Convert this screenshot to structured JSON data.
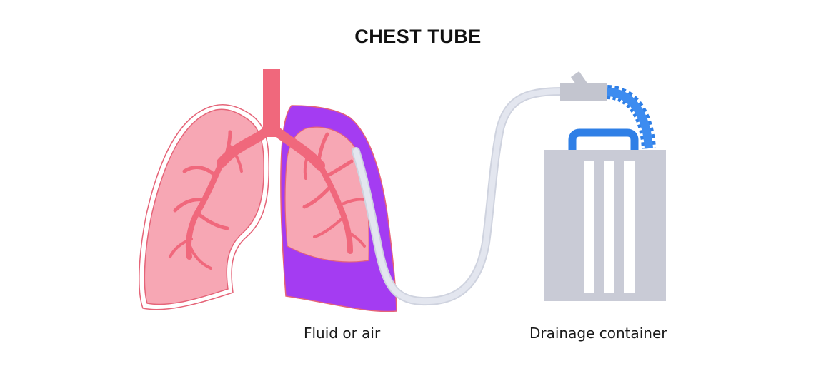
{
  "title": "CHEST TUBE",
  "labels": {
    "fluid": "Fluid or air",
    "container": "Drainage container"
  },
  "colors": {
    "lung_fill": "#f7a7b4",
    "lung_outline": "#e56478",
    "airway": "#f0687c",
    "fluid_fill": "#a43cf2",
    "tube": "#e3e6ef",
    "tube_edge": "#cfd3df",
    "container": "#c9cbd6",
    "handle": "#2f7fe6",
    "connector": "#c3c5cf"
  }
}
